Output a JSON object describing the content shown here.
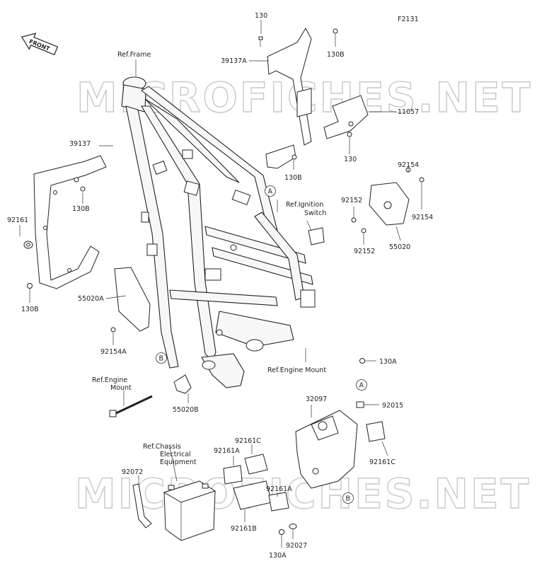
{
  "figure_code": "F2131",
  "front_label": "FRONT",
  "watermark": "MICROFICHES.NET",
  "callouts": [
    {
      "id": "c130_top",
      "text": "130"
    },
    {
      "id": "c130B_top",
      "text": "130B"
    },
    {
      "id": "c39137A",
      "text": "39137A"
    },
    {
      "id": "cRefFrame",
      "text": "Ref.Frame"
    },
    {
      "id": "c11057",
      "text": "11057"
    },
    {
      "id": "c130_mid",
      "text": "130"
    },
    {
      "id": "c39137",
      "text": "39137"
    },
    {
      "id": "c130B_left",
      "text": "130B"
    },
    {
      "id": "c130B_mid",
      "text": "130B"
    },
    {
      "id": "c92161",
      "text": "92161"
    },
    {
      "id": "c130B_low",
      "text": "130B"
    },
    {
      "id": "c92154_a",
      "text": "92154"
    },
    {
      "id": "c92152_a",
      "text": "92152"
    },
    {
      "id": "cRefIgn1",
      "text": "Ref.Ignition"
    },
    {
      "id": "cRefIgn2",
      "text": "Switch"
    },
    {
      "id": "c92154_b",
      "text": "92154"
    },
    {
      "id": "c92152_b",
      "text": "92152"
    },
    {
      "id": "c55020",
      "text": "55020"
    },
    {
      "id": "c55020A",
      "text": "55020A"
    },
    {
      "id": "c92154A",
      "text": "92154A"
    },
    {
      "id": "cRefEngMount",
      "text": "Ref.Engine Mount"
    },
    {
      "id": "c130A_r",
      "text": "130A"
    },
    {
      "id": "cRefEngMount2a",
      "text": "Ref.Engine"
    },
    {
      "id": "cRefEngMount2b",
      "text": "Mount"
    },
    {
      "id": "c55020B",
      "text": "55020B"
    },
    {
      "id": "c32097",
      "text": "32097"
    },
    {
      "id": "c92015",
      "text": "92015"
    },
    {
      "id": "cRefChassis1",
      "text": "Ref.Chassis"
    },
    {
      "id": "cRefChassis2",
      "text": "Electrical"
    },
    {
      "id": "cRefChassis3",
      "text": "Equipment"
    },
    {
      "id": "c92161C_a",
      "text": "92161C"
    },
    {
      "id": "c92161A_a",
      "text": "92161A"
    },
    {
      "id": "c92161C_b",
      "text": "92161C"
    },
    {
      "id": "c92072",
      "text": "92072"
    },
    {
      "id": "c92161A_b",
      "text": "92161A"
    },
    {
      "id": "c92161B",
      "text": "92161B"
    },
    {
      "id": "c92027",
      "text": "92027"
    },
    {
      "id": "c130A_b",
      "text": "130A"
    }
  ],
  "ref_markers": [
    "A",
    "B",
    "A",
    "B"
  ]
}
